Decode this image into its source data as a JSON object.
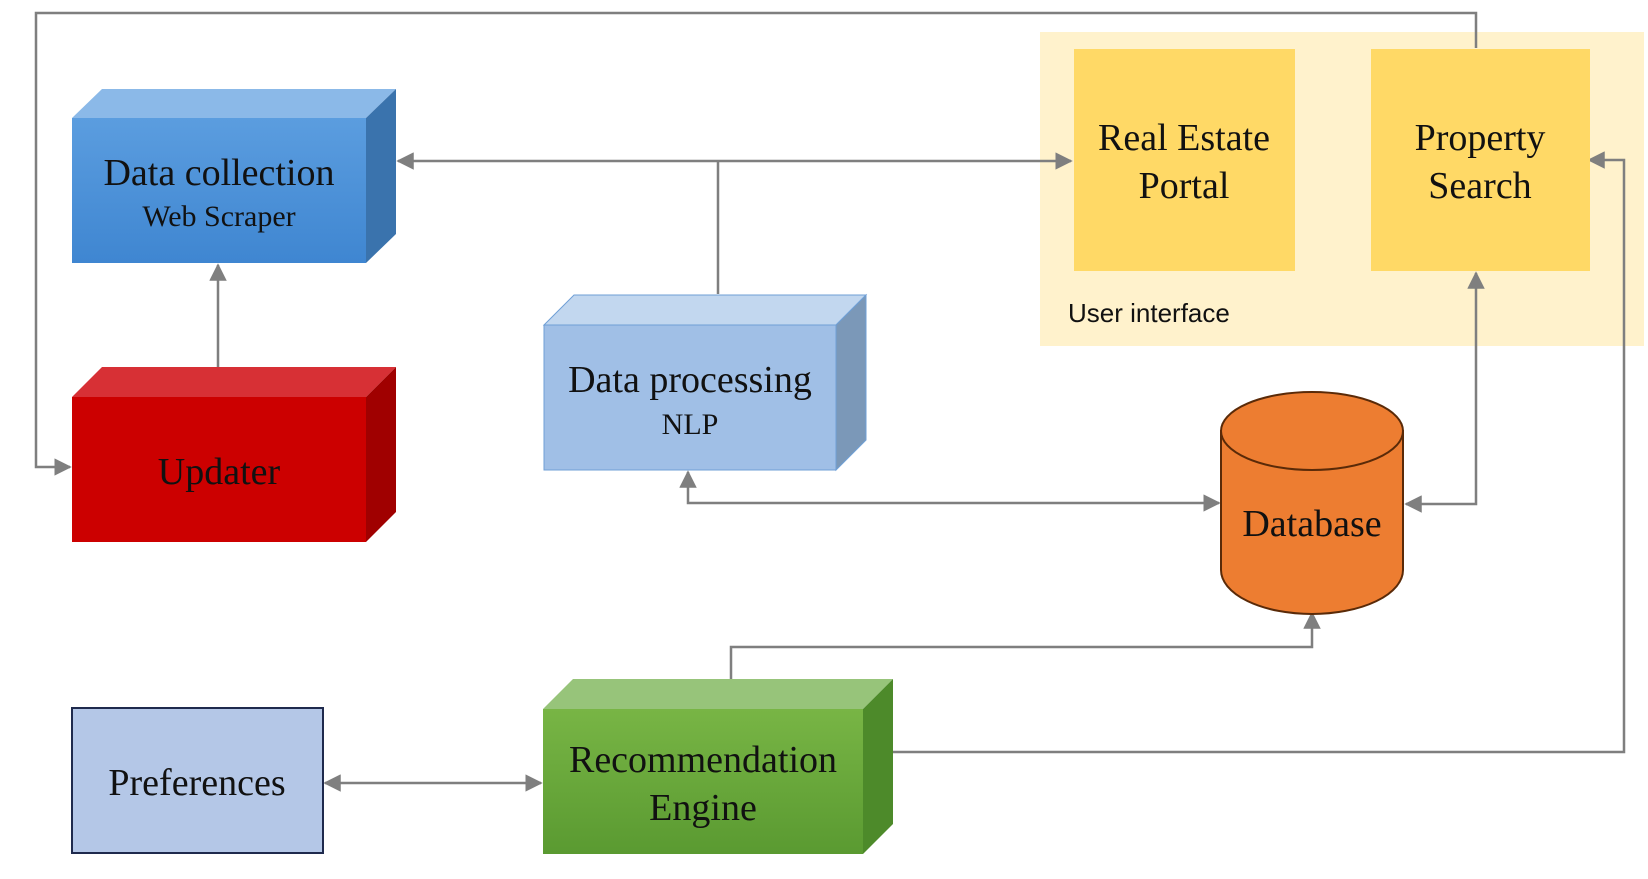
{
  "colors": {
    "connector": "#7f7f7f",
    "ui_panel": "#fff2cc",
    "ui_box": "#ffd966",
    "data_collection": "#4e92d6",
    "updater": "#cc0000",
    "data_processing": "#a0bfe6",
    "database": "#ed7d31",
    "preferences": "#b4c7e7",
    "recommendation": "#6aab3c"
  },
  "nodes": {
    "data_collection": {
      "title": "Data collection",
      "subtitle": "Web Scraper"
    },
    "updater": {
      "title": "Updater"
    },
    "data_processing": {
      "title": "Data processing",
      "subtitle": "NLP"
    },
    "real_estate_portal": {
      "line1": "Real Estate",
      "line2": "Portal"
    },
    "property_search": {
      "line1": "Property",
      "line2": "Search"
    },
    "user_interface": {
      "label": "User interface"
    },
    "database": {
      "title": "Database"
    },
    "preferences": {
      "title": "Preferences"
    },
    "recommendation_engine": {
      "line1": "Recommendation",
      "line2": "Engine"
    }
  }
}
